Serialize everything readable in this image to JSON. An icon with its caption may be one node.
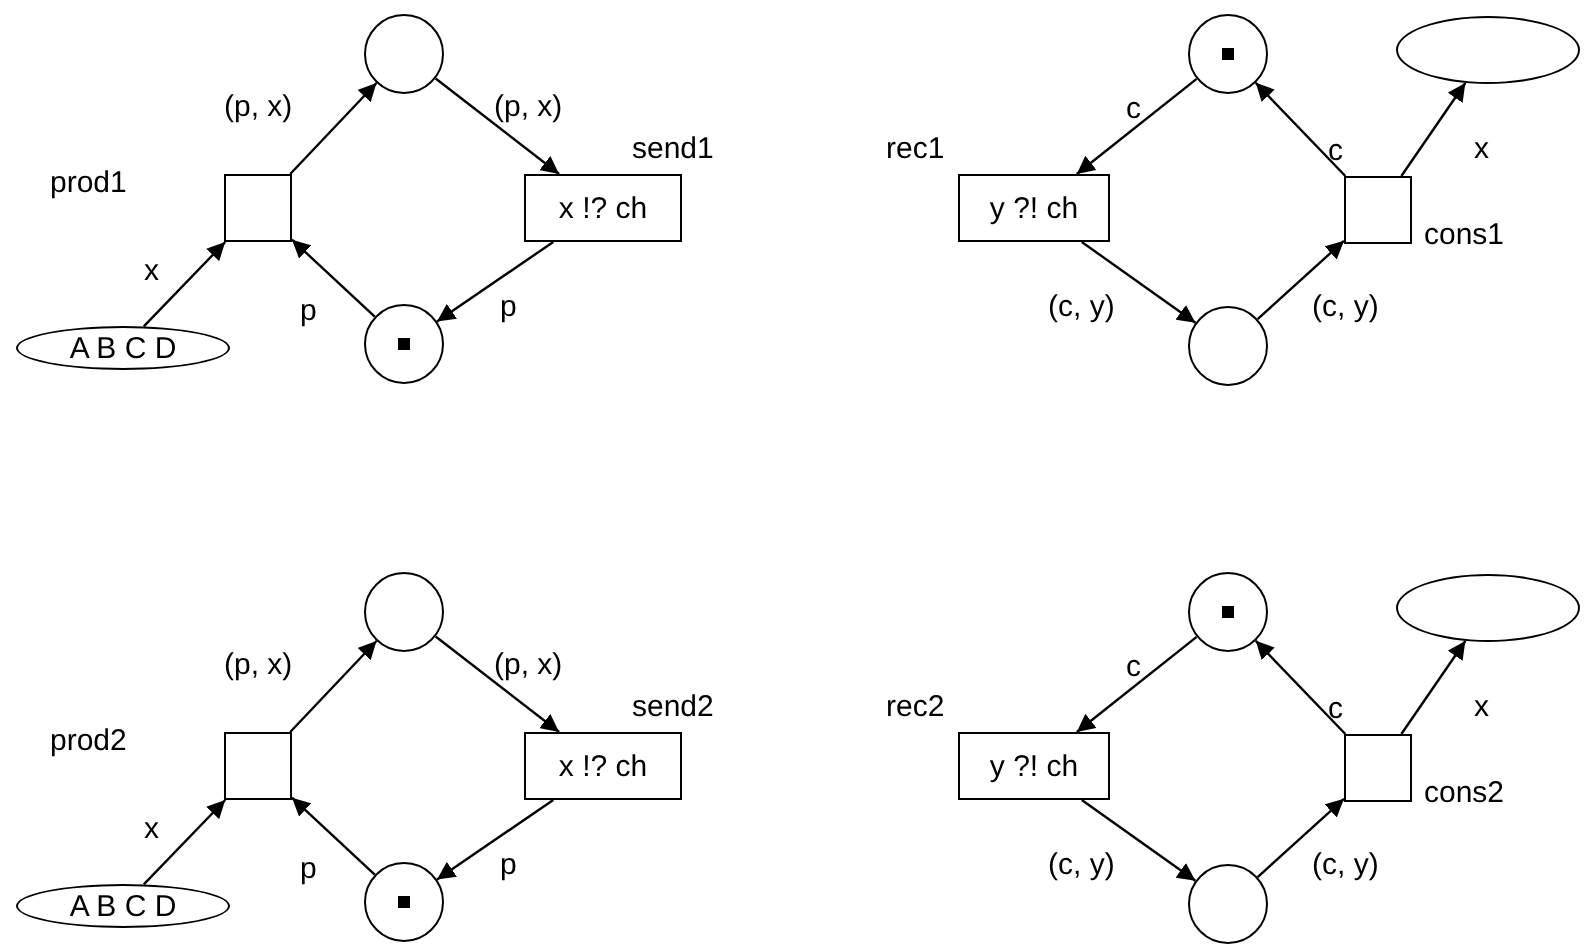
{
  "diagram": {
    "nodes": [
      {
        "text": [],
        "shape": "circle"
      },
      {
        "text": [],
        "shape": "box",
        "beside": [
          "prod1"
        ]
      },
      {
        "text": [
          "x !? ch"
        ],
        "beside": [
          "send1"
        ]
      },
      {
        "text": [
          "A B C D"
        ]
      },
      {
        "text": [],
        "shape": "circle"
      },
      {
        "text": [],
        "shape": "circle"
      },
      {
        "text": [
          "y ?! ch"
        ],
        "beside": [
          "rec1"
        ]
      },
      {
        "text": [],
        "shape": "box",
        "beside": [
          "cons1"
        ]
      },
      {
        "text": [],
        "shape": "ellipse"
      },
      {
        "text": [],
        "shape": "circle"
      },
      {
        "text": [],
        "shape": "circle"
      },
      {
        "text": [],
        "shape": "box",
        "beside": [
          "prod2"
        ]
      },
      {
        "text": [
          "x !? ch"
        ],
        "beside": [
          "send2"
        ]
      },
      {
        "text": [
          "A B C D"
        ]
      },
      {
        "text": [],
        "shape": "circle"
      },
      {
        "text": [],
        "shape": "circle"
      },
      {
        "text": [
          "y ?! ch"
        ],
        "beside": [
          "rec2"
        ]
      },
      {
        "text": [],
        "shape": "box",
        "beside": [
          "cons2"
        ]
      },
      {
        "text": [],
        "shape": "ellipse"
      },
      {
        "text": [],
        "shape": "circle"
      }
    ],
    "edges": [
      {
        "from": 3,
        "to": 1,
        "arrow": "to",
        "label": "x"
      },
      {
        "from": 1,
        "to": 0,
        "arrow": "to",
        "label": "(p, x)"
      },
      {
        "from": 0,
        "to": 2,
        "arrow": "to",
        "label": "(p, x)"
      },
      {
        "from": 2,
        "to": 4,
        "arrow": "to",
        "label": "p"
      },
      {
        "from": 4,
        "to": 1,
        "arrow": "to",
        "label": "p"
      },
      {
        "from": 5,
        "to": 6,
        "arrow": "to",
        "label": "c"
      },
      {
        "from": 6,
        "to": 9,
        "arrow": "to",
        "label": "(c, y)"
      },
      {
        "from": 9,
        "to": 7,
        "arrow": "to",
        "label": "(c, y)"
      },
      {
        "from": 7,
        "to": 5,
        "arrow": "to",
        "label": "c"
      },
      {
        "from": 7,
        "to": 8,
        "arrow": "to",
        "label": "x"
      },
      {
        "from": 13,
        "to": 11,
        "arrow": "to",
        "label": "x"
      },
      {
        "from": 11,
        "to": 10,
        "arrow": "to",
        "label": "(p, x)"
      },
      {
        "from": 10,
        "to": 12,
        "arrow": "to",
        "label": "(p, x)"
      },
      {
        "from": 12,
        "to": 14,
        "arrow": "to",
        "label": "p"
      },
      {
        "from": 14,
        "to": 11,
        "arrow": "to",
        "label": "p"
      },
      {
        "from": 15,
        "to": 16,
        "arrow": "to",
        "label": "c"
      },
      {
        "from": 16,
        "to": 19,
        "arrow": "to",
        "label": "(c, y)"
      },
      {
        "from": 19,
        "to": 17,
        "arrow": "to",
        "label": "(c, y)"
      },
      {
        "from": 17,
        "to": 15,
        "arrow": "to",
        "label": "c"
      },
      {
        "from": 17,
        "to": 18,
        "arrow": "to",
        "label": "x"
      }
    ]
  }
}
